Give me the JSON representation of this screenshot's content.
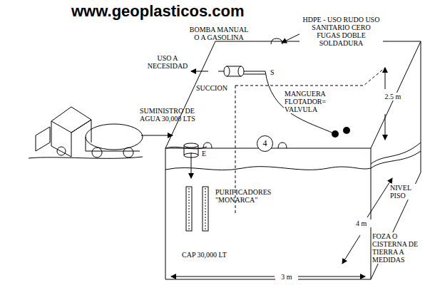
{
  "diagram": {
    "title": "www.geoplasticos.com",
    "nodes": [
      {
        "text": [
          "4"
        ]
      }
    ],
    "labels": [
      "BOMBA MANUAL O A GASOLINA",
      "HDPE - USO RUDO USO SANITARIO CERO FUGAS DOBLE SOLDADURA",
      "USO A NECESIDAD",
      "SUCCION",
      "S",
      "MANGUERA FLOTADOR= VALVULA",
      "SUMINISTRO DE AGUA 30,000 LTS",
      "E",
      "2.5 m",
      "NIVEL PISO",
      "PURIFICADORES \"MONARCA\"",
      "4 m",
      "FOZA O CISTERNA DE TIERRA A MEDIDAS",
      "CAP 30,000 LT",
      "3 m"
    ]
  }
}
